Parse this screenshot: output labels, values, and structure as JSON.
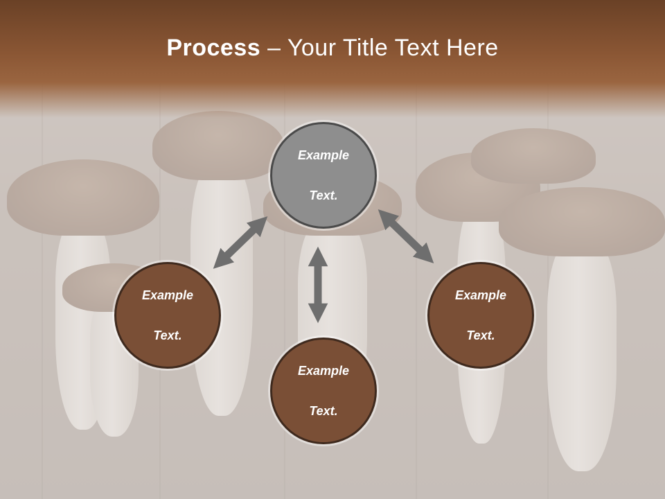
{
  "slide": {
    "title_bold": "Process",
    "title_dash": " – ",
    "title_rest": "Your Title Text Here"
  },
  "nodes": {
    "top": {
      "line1": "Example",
      "line2": "Text."
    },
    "left": {
      "line1": "Example",
      "line2": "Text."
    },
    "right": {
      "line1": "Example",
      "line2": "Text."
    },
    "bottom": {
      "line1": "Example",
      "line2": "Text."
    }
  },
  "colors": {
    "band": "#8a5634",
    "node_brown": "#7a4f36",
    "node_grey": "#8e8e8e",
    "arrow": "#6e6e6e"
  },
  "icons": [
    "double-arrow-icon"
  ]
}
